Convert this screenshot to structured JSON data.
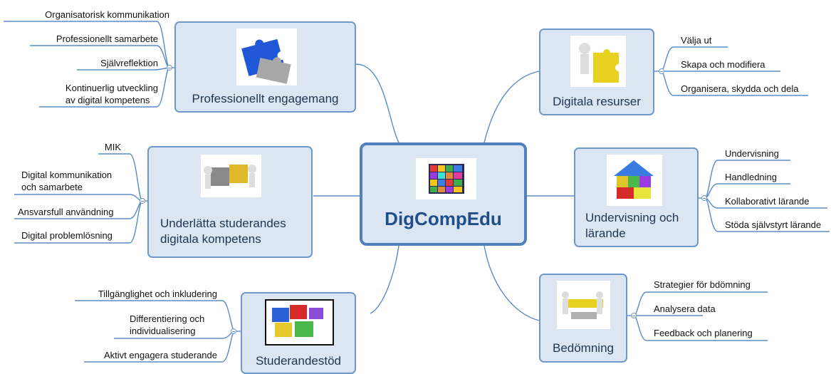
{
  "center": {
    "label": "DigCompEdu"
  },
  "topics": {
    "prof": {
      "label": "Professionellt engagemang",
      "icon": "puzzle-pieces-icon",
      "items": [
        "Organisatorisk kommunikation",
        "Professionellt samarbete",
        "Självreflektion",
        "Kontinuerlig utveckling\nav digital kompetens"
      ]
    },
    "facil": {
      "label": "Underlätta studerandes\ndigitala kompetens",
      "icon": "puzzle-people-icon",
      "items": [
        "MIK",
        "Digital kommunikation\noch samarbete",
        "Ansvarsfull användning",
        "Digital problemlösning"
      ]
    },
    "stud": {
      "label": "Studerandestöd",
      "icon": "colored-puzzle-icon",
      "items": [
        "Tillgänglighet och inkludering",
        "Differentiering och\nindividualisering",
        "Aktivt engagera studerande"
      ]
    },
    "res": {
      "label": "Digitala resurser",
      "icon": "puzzle-person-icon",
      "items": [
        "Välja ut",
        "Skapa och modifiera",
        "Organisera, skydda och dela"
      ]
    },
    "teach": {
      "label": "Undervisning och\nlärande",
      "icon": "puzzle-house-icon",
      "items": [
        "Undervisning",
        "Handledning",
        "Kollaborativt lärande",
        "Stöda självstyrt lärande"
      ]
    },
    "assess": {
      "label": "Bedömning",
      "icon": "puzzle-bridge-icon",
      "items": [
        "Strategier för bdömning",
        "Analysera data",
        "Feedback och planering"
      ]
    }
  },
  "colors": {
    "node_fill": "#dce6f2",
    "node_border": "#6d98cc",
    "line": "#5b8ac6"
  }
}
